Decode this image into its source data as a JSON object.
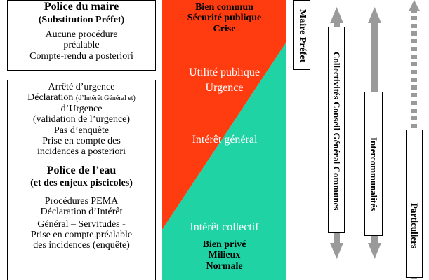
{
  "left": {
    "maire_title": "Police du maire",
    "maire_subtitle": "(Substitution Préfet)",
    "maire_lines": [
      "Aucune procédure",
      "préalable",
      "Compte-rendu a posteriori"
    ],
    "urgence_lines": [
      "Arrêté d’urgence",
      "Déclaration",
      "(d’Intérêt Général et)",
      "d’Urgence",
      "(validation de l’urgence)",
      "Pas d’enquête",
      "Prise en compte des",
      "incidences a posteriori"
    ],
    "eau_title": "Police de l’eau",
    "eau_subtitle": "(et des enjeux piscicoles)",
    "eau_lines": [
      "Procédures PEMA",
      "Déclaration d’Intérêt",
      "Général – Servitudes -",
      "Prise en compte préalable",
      "des incidences (enquête)"
    ]
  },
  "center": {
    "top_lines": [
      "Bien commun",
      "Sécurité publique",
      "Crise"
    ],
    "utilite_lines": [
      "Utilité publique",
      "Urgence"
    ],
    "interet_general": "Intérêt général",
    "interet_collectif": "Intérêt collectif",
    "bottom_lines": [
      "Bien privé",
      "Milieux",
      "Normale"
    ],
    "colors": {
      "red": "#ff3b10",
      "green": "#1fd3a4"
    }
  },
  "right": {
    "maire_prefet": "Maire Préfet",
    "collectivites": "Collectivités Conseil Général Communes",
    "intercommunalites": "Intercommunalités",
    "particuliers": "Particuliers",
    "arrow_color": "#9a9a9a"
  }
}
